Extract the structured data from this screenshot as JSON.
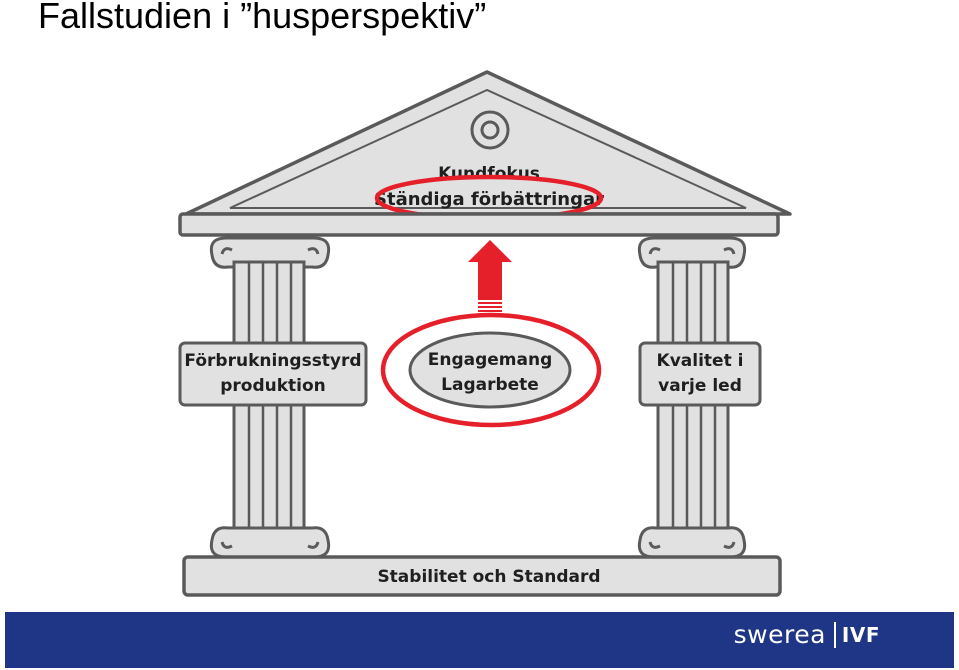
{
  "slide": {
    "title": "Fallstudien i ”husperspektiv”"
  },
  "house": {
    "roof_line1": "Kundfokus",
    "roof_line2": "Ständiga förbättringar",
    "left_pillar": [
      "Förbrukningsstyrd",
      "produktion"
    ],
    "center": [
      "Engagemang",
      "Lagarbete"
    ],
    "right_pillar": [
      "Kvalitet i",
      "varje led"
    ],
    "foundation": "Stabilitet och Standard"
  },
  "footer": {
    "logo_word": "swerea",
    "logo_suffix": "IVF"
  },
  "colors": {
    "highlight": "#e5202a",
    "stone": "#e1e1e1",
    "outline": "#5a5a5a",
    "footer_bg": "#1f3585"
  }
}
